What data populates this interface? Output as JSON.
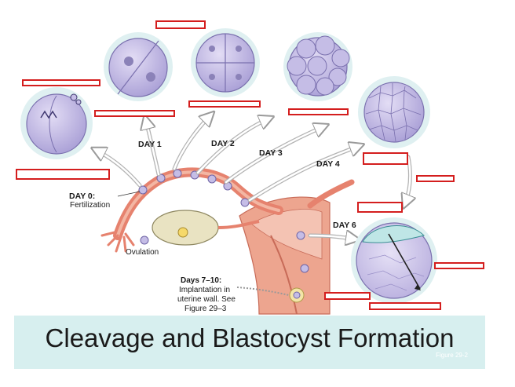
{
  "labels": {
    "day1": "DAY 1",
    "day2": "DAY 2",
    "day3": "DAY 3",
    "day4": "DAY 4",
    "day6": "DAY 6",
    "day0_line1": "DAY 0:",
    "day0_line2": "Fertilization",
    "ovulation": "Ovulation",
    "implant_line1": "Days 7–10:",
    "implant_line2": "Implantation in",
    "implant_line3": "uterine wall. See",
    "implant_line4": "Figure 29–3"
  },
  "banner": {
    "title": "Cleavage and Blastocyst Formation",
    "figure_ref": "Figure 29-2"
  },
  "colors": {
    "cell_fill": "#c5bde6",
    "cell_stroke": "#7a70ae",
    "ring": "#dff0f1",
    "tube": "#e6826e",
    "redaction": "#d41e1e",
    "banner_bg": "#d7efef"
  }
}
